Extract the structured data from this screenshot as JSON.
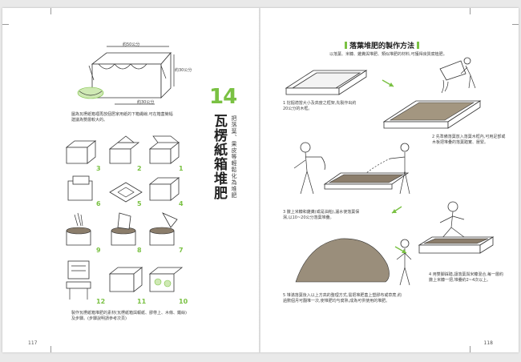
{
  "left_page": {
    "page_number": "117",
    "chapter_number": "14",
    "title": "瓦楞紙箱堆肥",
    "subtitle": "把落葉、果皮等輕鬆化為堆肥",
    "dims": {
      "w": "約50公分",
      "h": "約30公分",
      "d": "約30公分"
    },
    "top_caption": "圖為瓦楞紙箱裡再放個居家用紙的下箱繩線,可在箱蓋簡幅建議為雙層較大的。",
    "step_numbers": [
      "3",
      "2",
      "1",
      "6",
      "5",
      "4",
      "9",
      "8",
      "7",
      "12",
      "11",
      "10"
    ],
    "bottom_caption": "製作瓦楞紙箱堆肥的素材(瓦楞紙箱與報紙、膠帶上、木條、鐵絲)及步驟。(步驟說明請參考次頁)"
  },
  "right_page": {
    "page_number": "118",
    "title": "落葉堆肥的製作方法",
    "subtitle": "以落葉、米糠、雞糞與堆肥、類似堆肥的材料,可獲得良質腐植肥。",
    "captions": {
      "c1": "1 挖掘適當大小及高度之框架,先製作出約20公分的木框。",
      "c2": "2 先準備落葉放入落葉木框內,可用足部或木板把堆疊的落葉踏實、壓緊。",
      "c3": "3 撒上米糠和雞糞(或是油粕),灑水使落葉保濕,以10~20公分落葉堆疊。",
      "c4": "4 用雙腳踩踏,讓落葉與米糠混合,每一層約撒上米糠一把,堆疊約2~4次以上。",
      "c5": "5 堆滿落葉後入以上方高的整理方式,需把堆肥蓋上塑膠布或草蓆,約過數個月可翻堆一次,使堆肥均勻腐熟,成為可供使用的堆肥。"
    }
  }
}
